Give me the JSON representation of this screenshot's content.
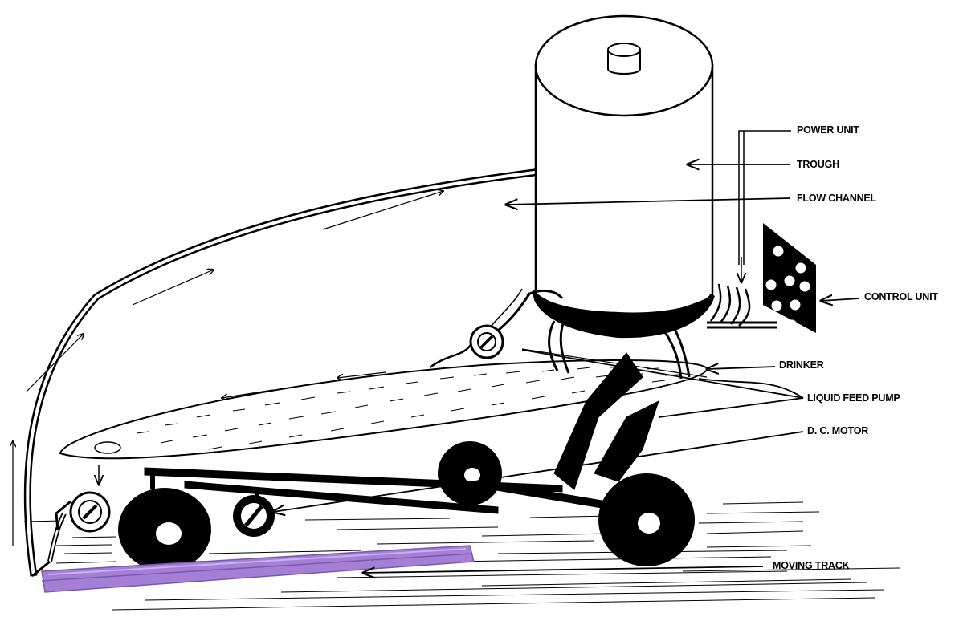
{
  "labels": {
    "power_unit": "POWER UNIT",
    "trough": "TROUGH",
    "flow_channel": "FLOW CHANNEL",
    "control_unit": "CONTROL UNIT",
    "drinker": "DRINKER",
    "liquid_feed_pump": "LIQUID FEED PUMP",
    "dc_motor": "D. C. MOTOR",
    "moving_track": "MOVING TRACK"
  },
  "colors": {
    "ink": "#000000",
    "track": "#a47fd6",
    "track_dark": "#7a58b0",
    "background": "#ffffff"
  }
}
